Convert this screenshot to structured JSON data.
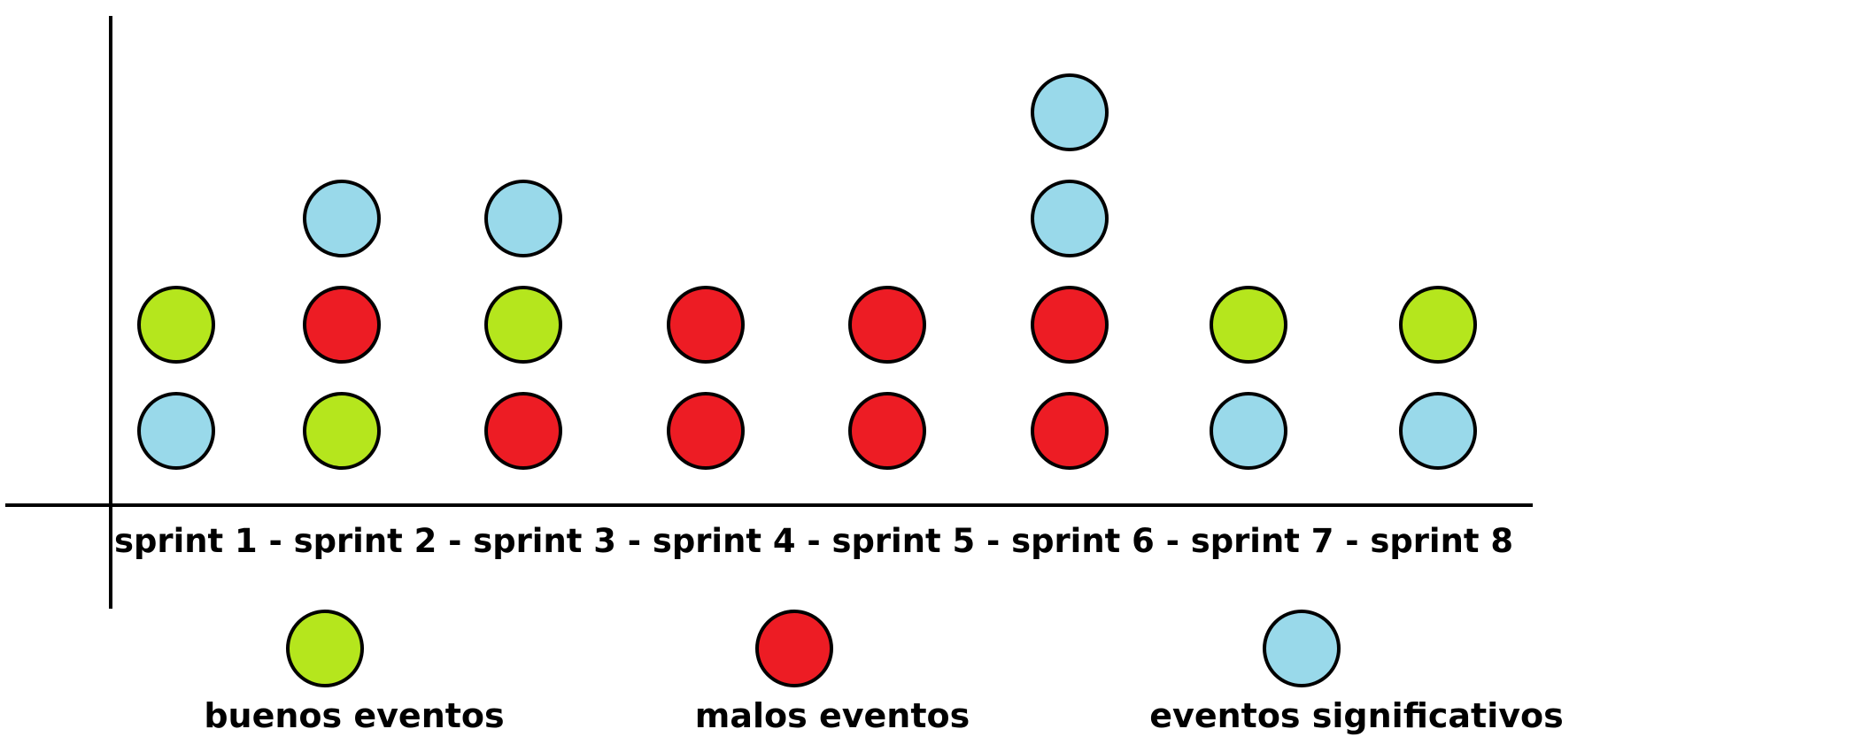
{
  "chart_data": {
    "type": "scatter",
    "xaxis_label": "sprint 1 - sprint 2 - sprint 3 - sprint 4 - sprint 5 - sprint 6 - sprint 7 - sprint 8",
    "categories": [
      "sprint 1",
      "sprint 2",
      "sprint 3",
      "sprint 4",
      "sprint 5",
      "sprint 6",
      "sprint 7",
      "sprint 8"
    ],
    "stacks": [
      [
        "eventos significativos",
        "buenos eventos"
      ],
      [
        "buenos eventos",
        "malos eventos",
        "eventos significativos"
      ],
      [
        "malos eventos",
        "buenos eventos",
        "eventos significativos"
      ],
      [
        "malos eventos",
        "malos eventos"
      ],
      [
        "malos eventos",
        "malos eventos"
      ],
      [
        "malos eventos",
        "malos eventos",
        "eventos significativos",
        "eventos significativos"
      ],
      [
        "eventos significativos",
        "buenos eventos"
      ],
      [
        "eventos significativos",
        "buenos eventos"
      ]
    ],
    "legend": [
      {
        "key": "good",
        "label": "buenos eventos",
        "color": "#b5e61d"
      },
      {
        "key": "bad",
        "label": "malos eventos",
        "color": "#ed1c24"
      },
      {
        "key": "significant",
        "label": "eventos significativos",
        "color": "#99d9ea"
      }
    ],
    "legend_placement": "bottom",
    "grid": false
  }
}
